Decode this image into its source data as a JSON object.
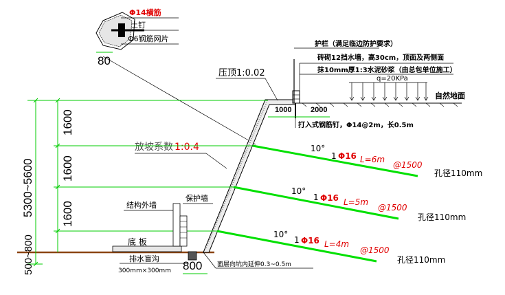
{
  "detail": {
    "rebar_label": "Φ14横筋",
    "nail_label": "土钉",
    "mesh_label": "Φ6钢筋网片",
    "dim_80": "80"
  },
  "top_notes": {
    "guardrail": "护栏（满足临边防护要求）",
    "brick_wall": "砖砌12挡水墙，高30cm，顶面及两侧面",
    "plaster": "抹10mm厚1:3水泥砂浆（由总包单位施工）",
    "load": "q=20KPa",
    "natural_ground": "自然地面",
    "dim_1000": "1000",
    "dim_2000": "2000",
    "steel_nail": "打入式钢筋钉，Φ14@2m，长0.5m"
  },
  "slope": {
    "top_pressure": "压顶1:0.02",
    "slope_coef_prefix": "放坡系数",
    "slope_coef_value": "1:0.4"
  },
  "nails": [
    {
      "angle": "10°",
      "count": "1",
      "dia": "Φ16",
      "len": "L=6m",
      "spacing": "@1500",
      "hole": "孔径110mm"
    },
    {
      "angle": "10°",
      "count": "1",
      "dia": "Φ16",
      "len": "L=5m",
      "spacing": "@1500",
      "hole": "孔径110mm"
    },
    {
      "angle": "10°",
      "count": "1",
      "dia": "Φ16",
      "len": "L=4m",
      "spacing": "@1500",
      "hole": "孔径110mm"
    }
  ],
  "left_dims": {
    "d1": "1600",
    "d2": "1600",
    "d3": "1600",
    "total": "5300~5600",
    "bottom": "500~800"
  },
  "bottom": {
    "outer_wall": "结构外墙",
    "protect_wall": "保护墙",
    "floor": "底 板",
    "drain": "排水盲沟",
    "drain_size": "300mm×300mm",
    "dim_800": "800",
    "extend_note": "面层向坑内延伸0.3~0.5m"
  },
  "colors": {
    "line": "#000000",
    "nail_green": "#00e000",
    "dim_green": "#00cc00",
    "red_text": "#e00000",
    "ground_brown": "#8b4513"
  }
}
